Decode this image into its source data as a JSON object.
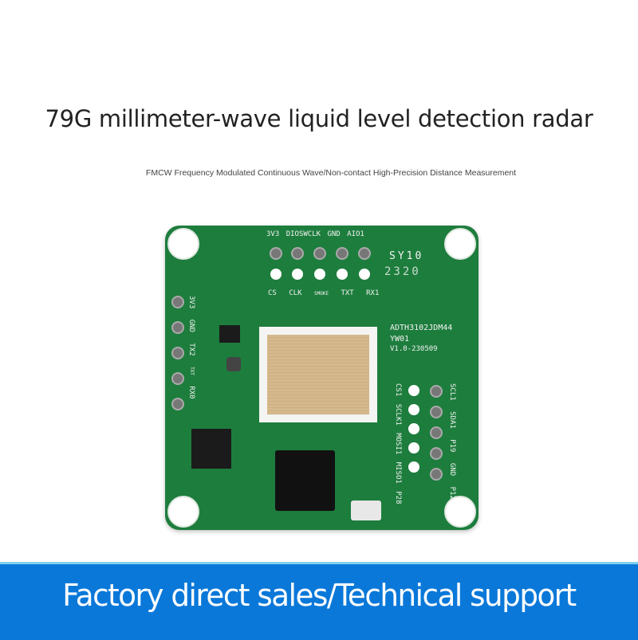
{
  "header": {
    "title": "79G millimeter-wave liquid level detection radar",
    "subtitle": "FMCW Frequency Modulated Continuous Wave/Non-contact High-Precision Distance Measurement"
  },
  "pcb": {
    "top_pins": [
      "3V3",
      "DIO",
      "SWCLK",
      "GND",
      "AIO1"
    ],
    "top_pads": [
      "CS",
      "CLK",
      "SMOKE",
      "TXT",
      "RX1"
    ],
    "left_pins": [
      "3V3",
      "GND",
      "TX2",
      "TXT",
      "RX0"
    ],
    "right_pads": [
      "CS1",
      "SCLK1",
      "MOSI1",
      "MISO1",
      "P28"
    ],
    "right_pins": [
      "SCL1",
      "SDA1",
      "P19",
      "GND",
      "P12"
    ],
    "marking_1": "SY10",
    "marking_2": "2320",
    "model": "ADTH3102JDM44",
    "code": "YW01",
    "version": "V1.0-230509"
  },
  "banner": {
    "text": "Factory direct sales/Technical support",
    "color": "#0a78d9"
  }
}
